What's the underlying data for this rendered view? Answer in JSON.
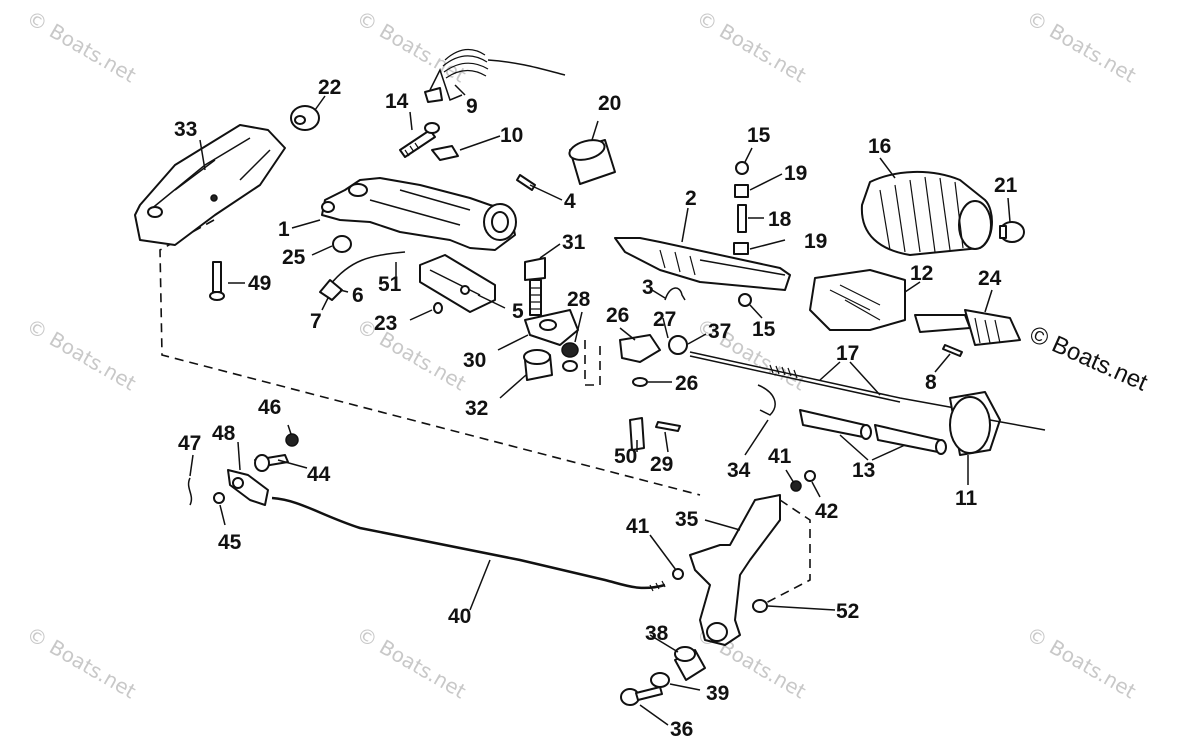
{
  "watermarks": {
    "brand": "© Boats.net",
    "tiles": [
      "© Boats.net",
      "© Boats.net",
      "© Boats.net",
      "© Boats.net",
      "© Boats.net",
      "© Boats.net",
      "© Boats.net",
      "© Boats.net",
      "© Boats.net",
      "© Boats.net",
      "© Boats.net",
      "© Boats.net"
    ]
  },
  "callouts": {
    "c1": "1",
    "c2": "2",
    "c3": "3",
    "c4": "4",
    "c5": "5",
    "c6": "6",
    "c7": "7",
    "c8": "8",
    "c9": "9",
    "c10": "10",
    "c11": "11",
    "c12": "12",
    "c13": "13",
    "c14": "14",
    "c15a": "15",
    "c15b": "15",
    "c16": "16",
    "c17": "17",
    "c18": "18",
    "c19a": "19",
    "c19b": "19",
    "c20": "20",
    "c21": "21",
    "c22": "22",
    "c23": "23",
    "c24": "24",
    "c25": "25",
    "c26a": "26",
    "c26b": "26",
    "c27": "27",
    "c28": "28",
    "c29": "29",
    "c30": "30",
    "c31": "31",
    "c32": "32",
    "c33": "33",
    "c34": "34",
    "c35": "35",
    "c36": "36",
    "c37": "37",
    "c38": "38",
    "c39": "39",
    "c40": "40",
    "c41a": "41",
    "c41b": "41",
    "c42": "42",
    "c44": "44",
    "c45": "45",
    "c46": "46",
    "c47": "47",
    "c48": "48",
    "c49": "49",
    "c50": "50",
    "c51": "51",
    "c52": "52"
  }
}
